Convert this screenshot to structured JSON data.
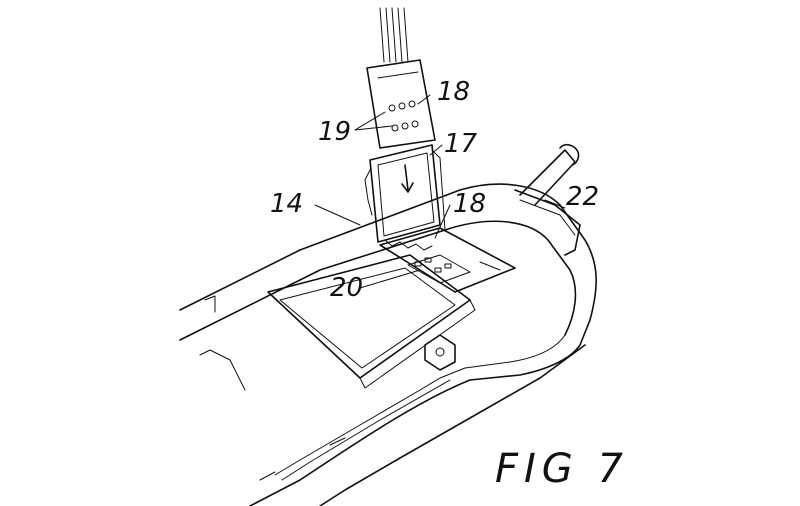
{
  "figure": {
    "caption": "FIG 7",
    "labels": {
      "l18_top": "18",
      "l19": "19",
      "l17": "17",
      "l14": "14",
      "l18_mid": "18",
      "l22": "22",
      "l20": "20"
    }
  },
  "colors": {
    "ink": "#111111",
    "paper": "#ffffff"
  }
}
